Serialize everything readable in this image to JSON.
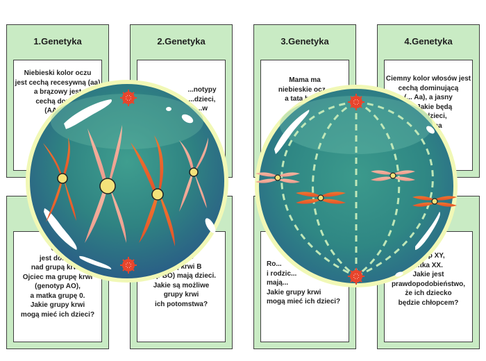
{
  "cards": [
    {
      "title": "1.Genetyka",
      "question": "Niebieski kolor oczu\njest cechą recesywną (aa)\na brązowy jest\ncechą domi...\n(AA lu...\nJaki...\ni fenoty...\nrodz..."
    },
    {
      "title": "2.Genetyka",
      "question": "...notypy\n...dzieci,\n...w"
    },
    {
      "title": "3.Genetyka",
      "question": "Mama ma\nniebieskie ocz...\na tata braz..."
    },
    {
      "title": "4.Genetyka",
      "question": "Ciemny kolor włosów jest\ncechą dominującą\n(... Aa), a jasny\n...). Jakie będą\n...ny dzieci,\n...ów ma\n...ma?"
    },
    {
      "title": "",
      "question": "Gr...\njest domi...\nnad grupą krw...\nOjciec ma grupę krwi\n(genotyp AO),\na matka grupę 0.\nJakie grupy krwi\nmogą mieć ich dzieci?"
    },
    {
      "title": "",
      "question": "...wi AB\n...upą krwi B\n...yp BO) mają dzieci.\nJakie są możliwe\ngrupy krwi\nich potomstwa?"
    },
    {
      "title": "",
      "question": "Ro...\ni rodzic...\nmają...\nJakie grupy krwi\nmogą mieć ich dzieci?"
    },
    {
      "title": "",
      "question": "...otyp XY,\n...tka XX.\nJakie jest\nprawdopodobieństwo,\nże ich dziecko\nbędzie chłopcem?"
    }
  ],
  "colors": {
    "card_green": "#c9ebc4",
    "cell_teal": "#2f8a82",
    "cell_blue": "#2a6f8e",
    "cell_rim": "#eef7b0",
    "chromosome_orange": "#ee6a2b",
    "chromosome_pink": "#f2a89a",
    "centrosome_red": "#e8452c"
  },
  "icons": [
    "cell-prophase-icon",
    "cell-metaphase-icon",
    "chromosome-icon",
    "centrosome-icon",
    "spindle-fiber-icon"
  ]
}
